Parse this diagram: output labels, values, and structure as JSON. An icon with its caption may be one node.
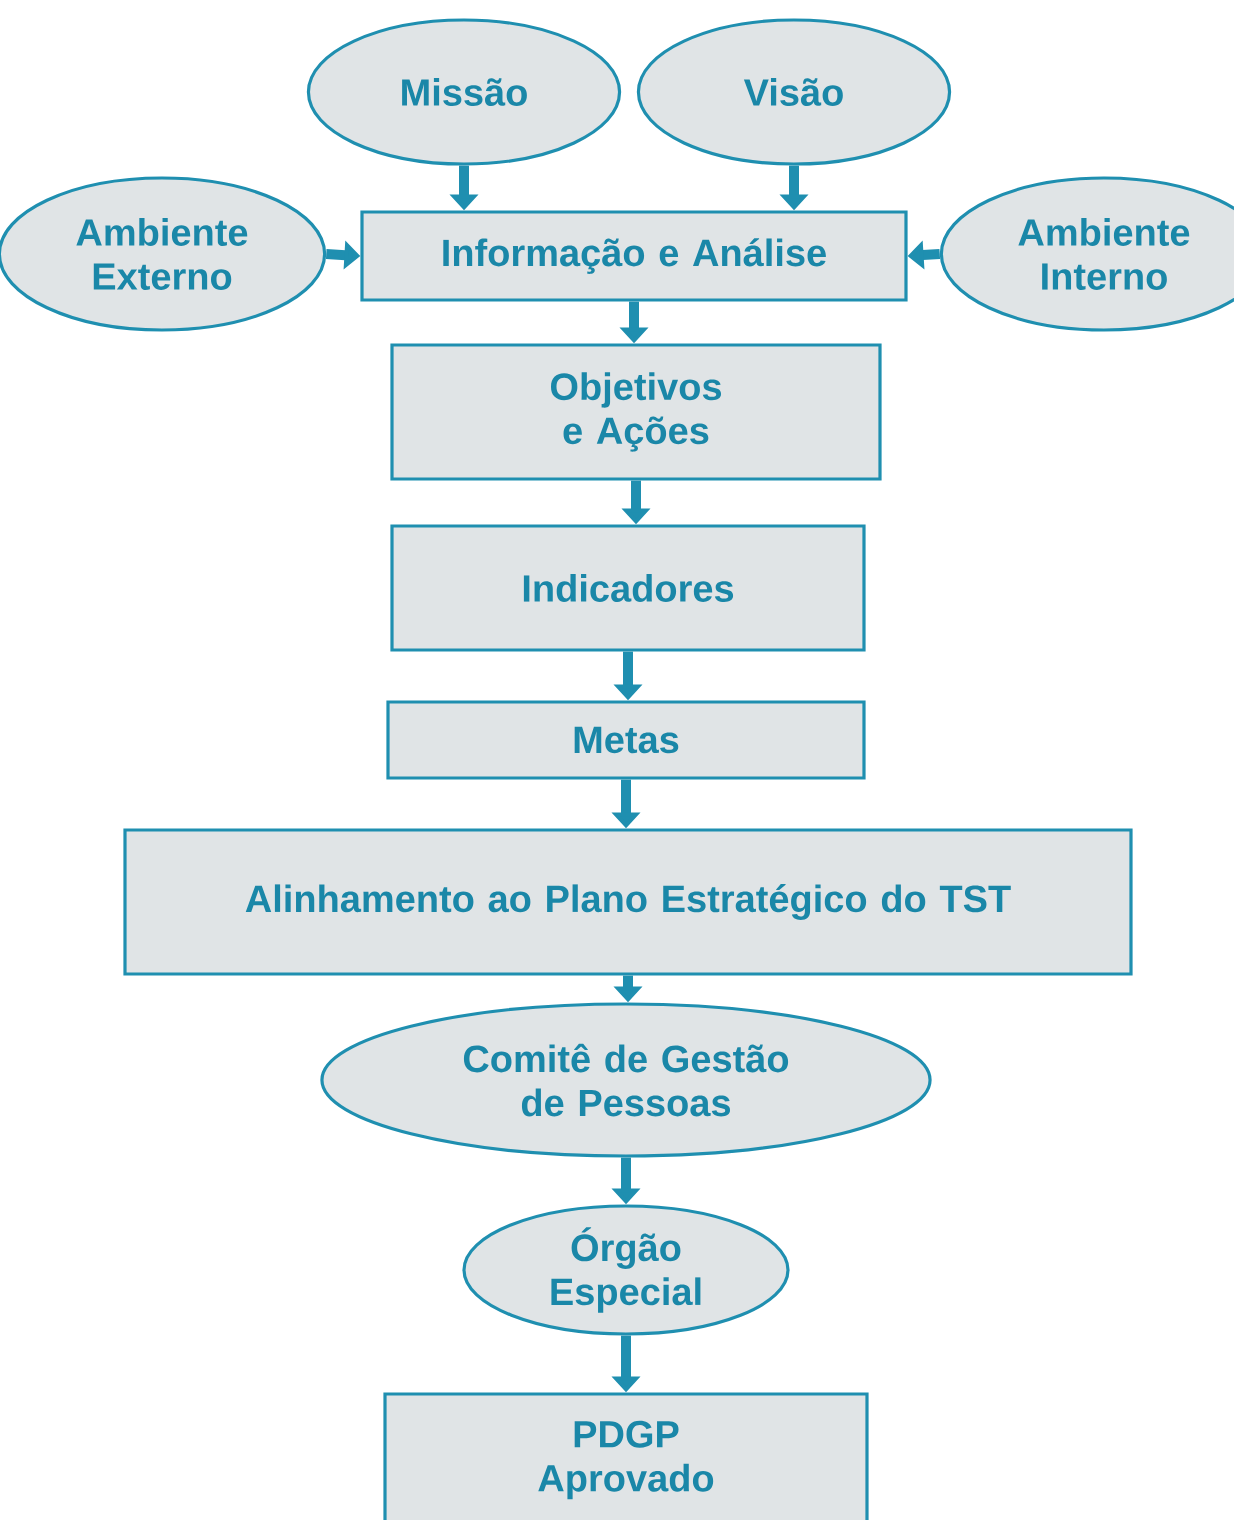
{
  "diagram": {
    "nodes": [
      {
        "text": [
          "Missão"
        ]
      },
      {
        "text": [
          "Visão"
        ]
      },
      {
        "text": [
          "Ambiente Externo"
        ]
      },
      {
        "text": [
          "Informação e Análise"
        ]
      },
      {
        "text": [
          "Ambiente Interno"
        ]
      },
      {
        "text": [
          "Objetivos e Ações"
        ]
      },
      {
        "text": [
          "Indicadores"
        ]
      },
      {
        "text": [
          "Metas"
        ]
      },
      {
        "text": [
          "Alinhamento ao Plano Estratégico do TST"
        ]
      },
      {
        "text": [
          "Comitê de Gestão de Pessoas"
        ]
      },
      {
        "text": [
          "Órgão Especial"
        ]
      },
      {
        "text": [
          "PDGP Aprovado"
        ]
      }
    ],
    "edges": [
      {
        "from": 0,
        "to": 3,
        "arrow": "to"
      },
      {
        "from": 1,
        "to": 3,
        "arrow": "to"
      },
      {
        "from": 2,
        "to": 3,
        "arrow": "to"
      },
      {
        "from": 4,
        "to": 3,
        "arrow": "to"
      },
      {
        "from": 3,
        "to": 5,
        "arrow": "to"
      },
      {
        "from": 5,
        "to": 6,
        "arrow": "to"
      },
      {
        "from": 6,
        "to": 7,
        "arrow": "to"
      },
      {
        "from": 7,
        "to": 8,
        "arrow": "to"
      },
      {
        "from": 8,
        "to": 9,
        "arrow": "to"
      },
      {
        "from": 9,
        "to": 10,
        "arrow": "to"
      },
      {
        "from": 10,
        "to": 11,
        "arrow": "to"
      }
    ]
  }
}
